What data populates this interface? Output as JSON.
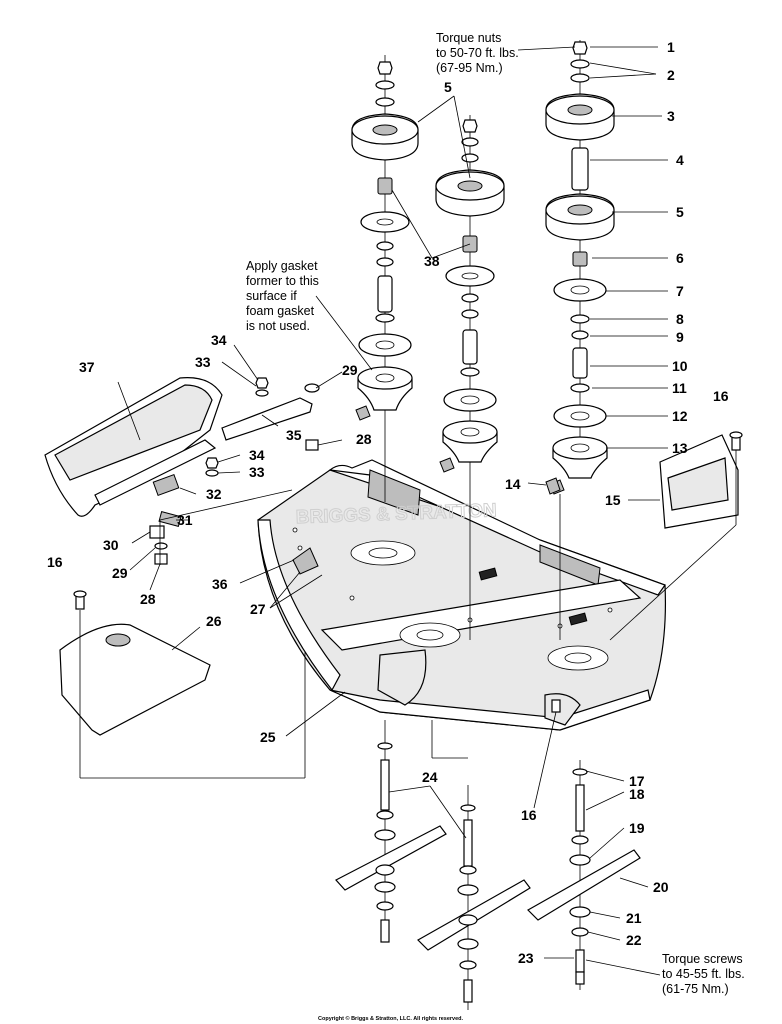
{
  "notes": {
    "torque_nuts": [
      "Torque nuts",
      "to 50-70 ft. lbs.",
      "(67-95 Nm.)"
    ],
    "gasket": [
      "Apply gasket",
      "former to this",
      "surface if",
      "foam gasket",
      "is not used."
    ],
    "torque_screws": [
      "Torque screws",
      "to 45-55 ft. lbs.",
      "(61-75 Nm.)"
    ]
  },
  "watermark": "BRIGGS & STRATTON",
  "copyright": "Copyright © Briggs & Stratton, LLC. All rights reserved.",
  "callouts": [
    "1",
    "2",
    "3",
    "4",
    "5",
    "5",
    "5",
    "6",
    "7",
    "8",
    "9",
    "10",
    "11",
    "12",
    "13",
    "14",
    "15",
    "16",
    "16",
    "16",
    "17",
    "18",
    "19",
    "20",
    "21",
    "22",
    "23",
    "24",
    "25",
    "26",
    "27",
    "28",
    "28",
    "29",
    "29",
    "30",
    "31",
    "32",
    "33",
    "33",
    "34",
    "34",
    "35",
    "36",
    "37",
    "38"
  ]
}
